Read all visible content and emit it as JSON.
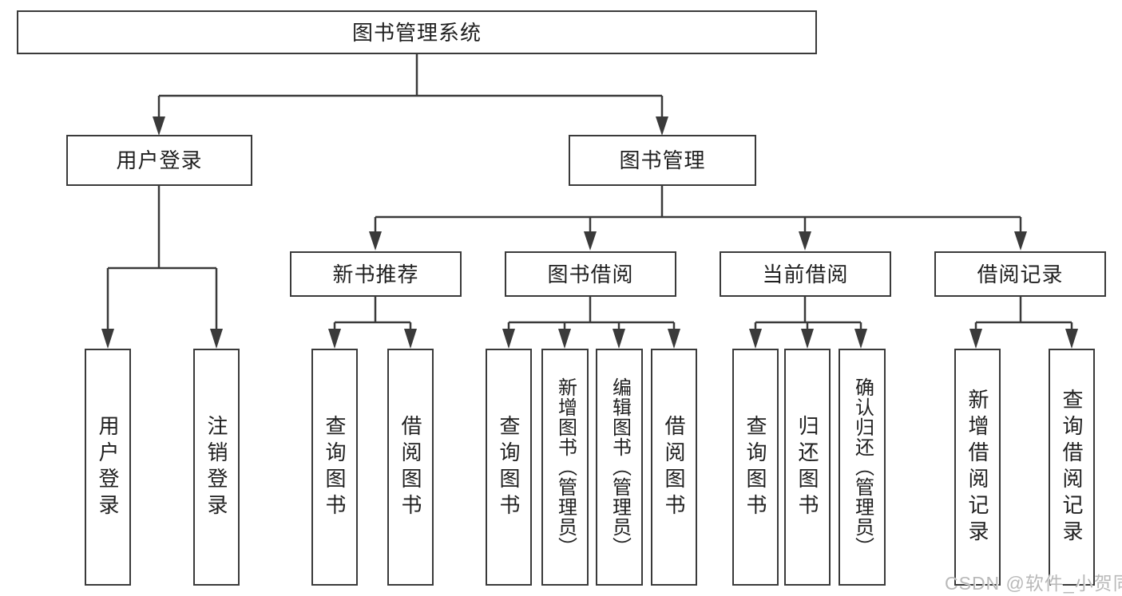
{
  "tree": {
    "root": {
      "label": "图书管理系统",
      "children": [
        {
          "label": "用户登录",
          "children": [
            {
              "label": "用户登录"
            },
            {
              "label": "注销登录"
            }
          ]
        },
        {
          "label": "图书管理",
          "children": [
            {
              "label": "新书推荐",
              "children": [
                {
                  "label": "查询图书"
                },
                {
                  "label": "借阅图书"
                }
              ]
            },
            {
              "label": "图书借阅",
              "children": [
                {
                  "label": "查询图书"
                },
                {
                  "label": "新增图书（管理员）"
                },
                {
                  "label": "编辑图书（管理员）"
                },
                {
                  "label": "借阅图书"
                }
              ]
            },
            {
              "label": "当前借阅",
              "children": [
                {
                  "label": "查询图书"
                },
                {
                  "label": "归还图书"
                },
                {
                  "label": "确认归还（管理员）"
                }
              ]
            },
            {
              "label": "借阅记录",
              "children": [
                {
                  "label": "新增借阅记录"
                },
                {
                  "label": "查询借阅记录"
                }
              ]
            }
          ]
        }
      ]
    }
  },
  "watermark": {
    "text": "CSDN @软件_小贺同学"
  },
  "colors": {
    "line": "#3a3a3a",
    "box_border": "#3a3a3a",
    "box_fill": "#ffffff",
    "text": "#1f1f1f",
    "watermark": "#b9b9b9"
  }
}
